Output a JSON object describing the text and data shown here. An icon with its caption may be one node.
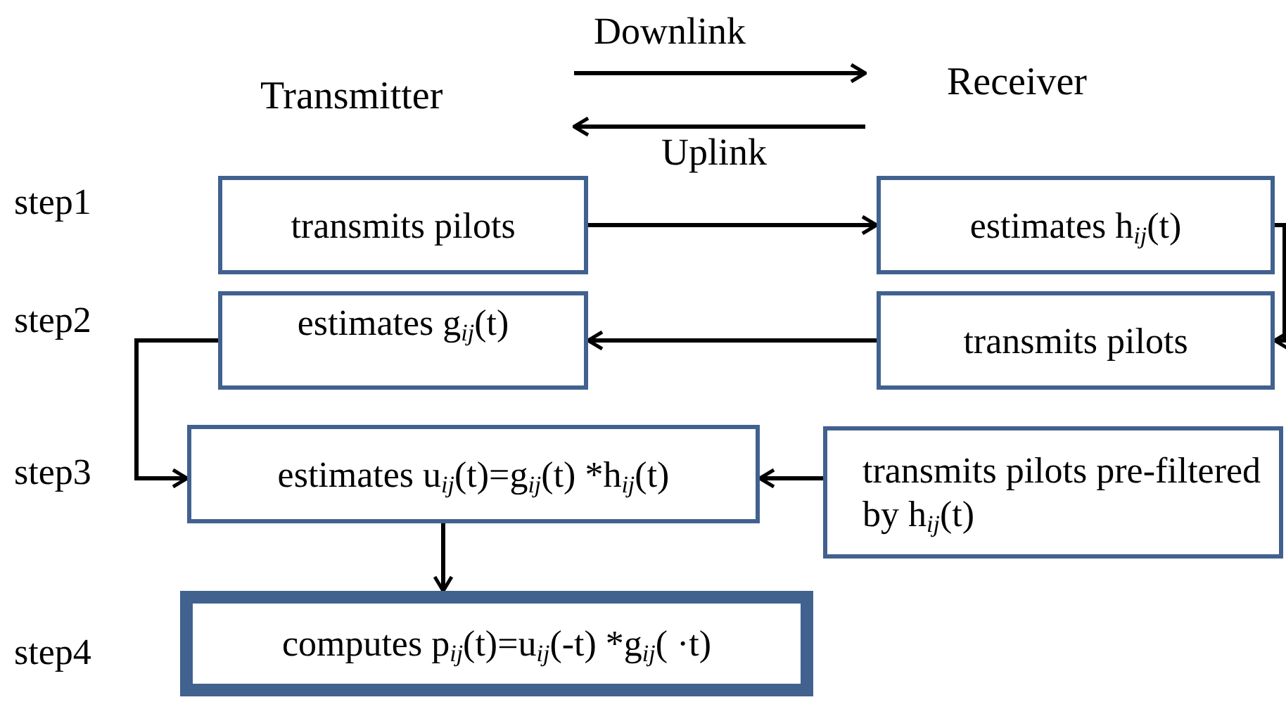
{
  "diagram": {
    "nodes": [
      {
        "text": [
          "transmits pilots"
        ]
      },
      {
        "text": [
          "estimates h$_{ij}$(t)"
        ]
      },
      {
        "text": [
          "estimates g$_{ij}$(t)"
        ]
      },
      {
        "text": [
          "transmits pilots"
        ]
      },
      {
        "text": [
          "estimates u$_{ij}$(t)=g$_{ij}$(t) *h$_{ij}$(t)"
        ]
      },
      {
        "text": [
          "transmits pilots pre-filtered by h$_{ij}$(t)"
        ]
      },
      {
        "text": [
          "computes p$_{ij}$(t)=u$_{ij}$(-t) *g$_{ij}$( ·t)"
        ]
      }
    ],
    "edges": [
      {
        "from": 0,
        "to": 1,
        "arrow": "to"
      },
      {
        "from": 1,
        "to": 3,
        "arrow": "to"
      },
      {
        "from": 3,
        "to": 2,
        "arrow": "to"
      },
      {
        "from": 2,
        "to": 4,
        "arrow": "to"
      },
      {
        "from": 5,
        "to": 4,
        "arrow": "to"
      },
      {
        "from": 4,
        "to": 6,
        "arrow": "to"
      }
    ],
    "labels": [
      "Downlink",
      "Transmitter",
      "Receiver",
      "Uplink",
      "step1",
      "step2",
      "step3",
      "step4"
    ]
  }
}
